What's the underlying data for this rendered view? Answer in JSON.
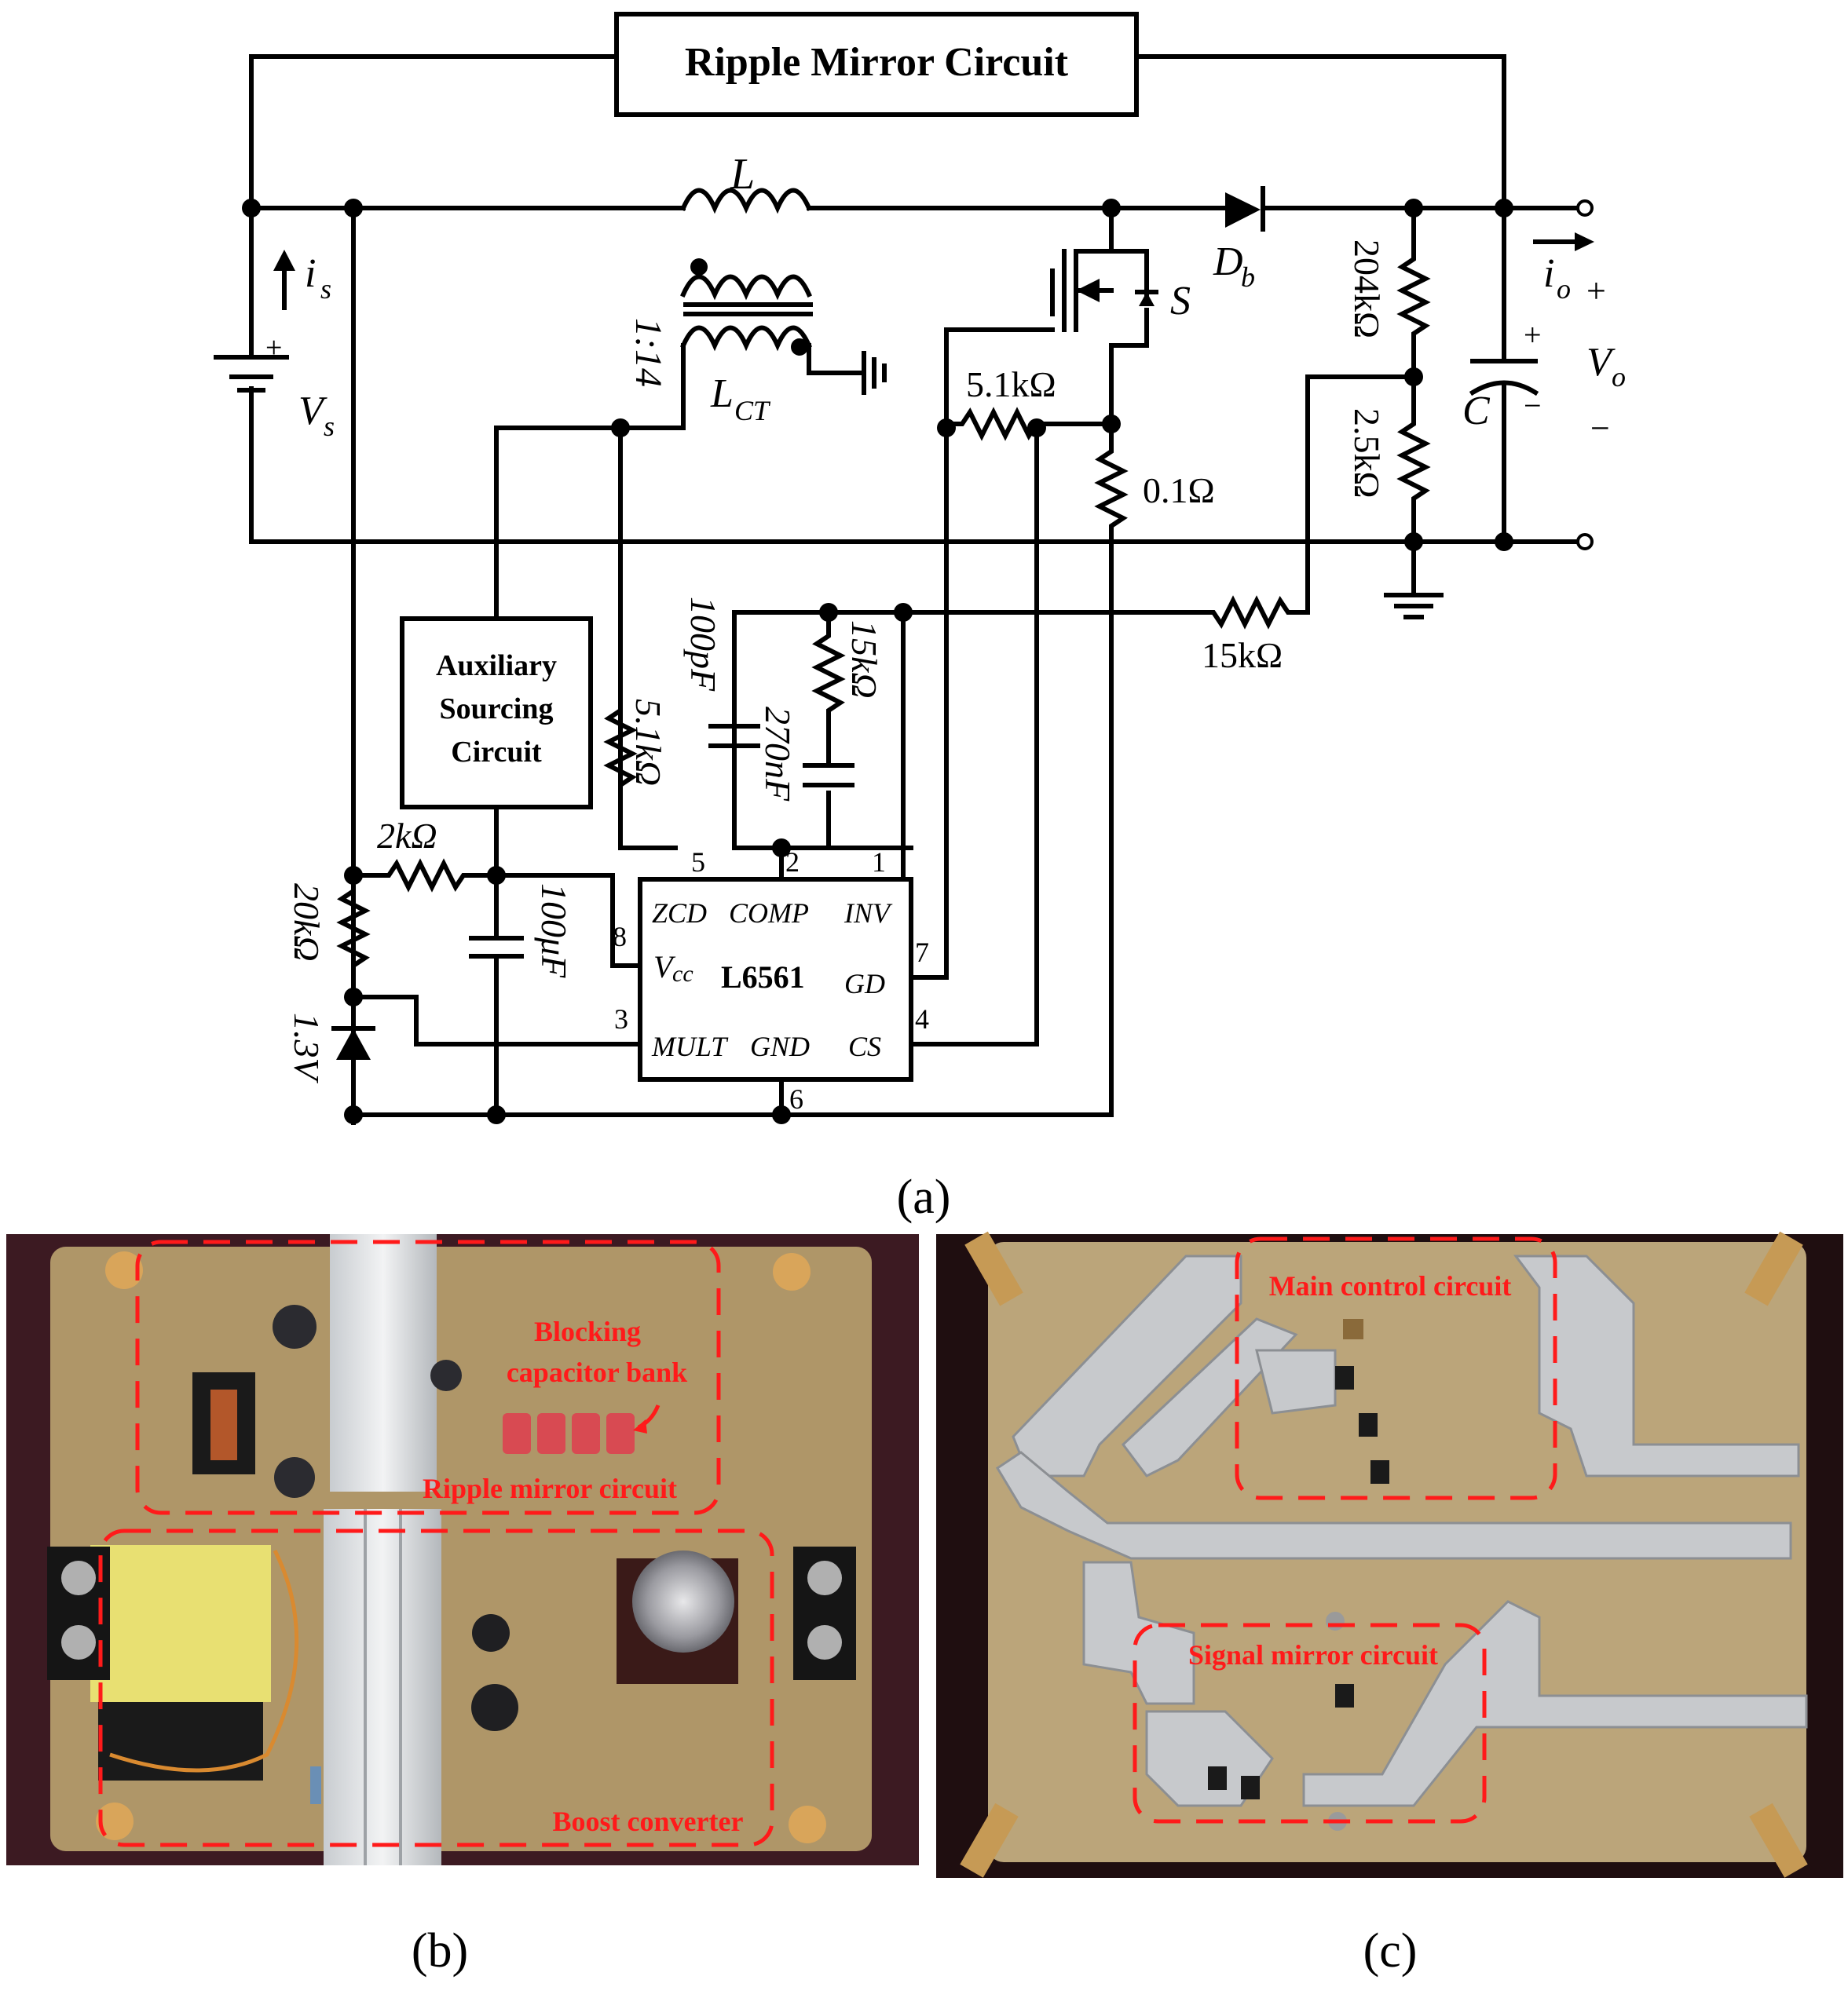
{
  "panel_a": {
    "caption": "(a)",
    "block_ripple": "Ripple Mirror Circuit",
    "block_aux": [
      "Auxiliary",
      "Sourcing",
      "Circuit"
    ],
    "ic": {
      "name": "L6561",
      "pins": {
        "zcd": "ZCD",
        "comp": "COMP",
        "inv": "INV",
        "vcc_main": "V",
        "vcc_sub": "cc",
        "gd": "GD",
        "mult": "MULT",
        "gnd": "GND",
        "cs": "CS"
      },
      "pin_numbers": {
        "p5": "5",
        "p2": "2",
        "p1": "1",
        "p8": "8",
        "p7": "7",
        "p3": "3",
        "p4": "4",
        "p6": "6"
      }
    },
    "labels": {
      "L": "L",
      "ratio": "1:14",
      "lct_main": "L",
      "lct_sub": "CT",
      "is_main": "i",
      "is_sub": "s",
      "vs_main": "V",
      "vs_sub": "s",
      "db_main": "D",
      "db_sub": "b",
      "S": "S",
      "io_main": "i",
      "io_sub": "o",
      "vo_main": "V",
      "vo_sub": "o",
      "plus_out": "+",
      "minus_out": "−",
      "plus_cap": "+",
      "minus_cap": "−",
      "C": "C",
      "r_gd": "5.1kΩ",
      "r_sense": "0.1Ω",
      "r_top": "204kΩ",
      "r_bottom": "2.5kΩ",
      "r_inv": "15kΩ",
      "c_comp1": "100pF",
      "r_comp": "15kΩ",
      "c_comp2": "270nF",
      "r_zcd": "5.1kΩ",
      "r_2k": "2kΩ",
      "r_20k": "20kΩ",
      "zener": "1.3V",
      "c_vcc": "100μF"
    }
  },
  "panel_b": {
    "caption": "(b)",
    "annotations": {
      "blocking_1": "Blocking",
      "blocking_2": "capacitor bank",
      "ripple": "Ripple mirror circuit",
      "boost": "Boost converter"
    }
  },
  "panel_c": {
    "caption": "(c)",
    "annotations": {
      "main_control": "Main control circuit",
      "signal_mirror": "Signal mirror circuit"
    }
  },
  "colors": {
    "annotation": "#ff1a1a",
    "line": "#000000"
  }
}
